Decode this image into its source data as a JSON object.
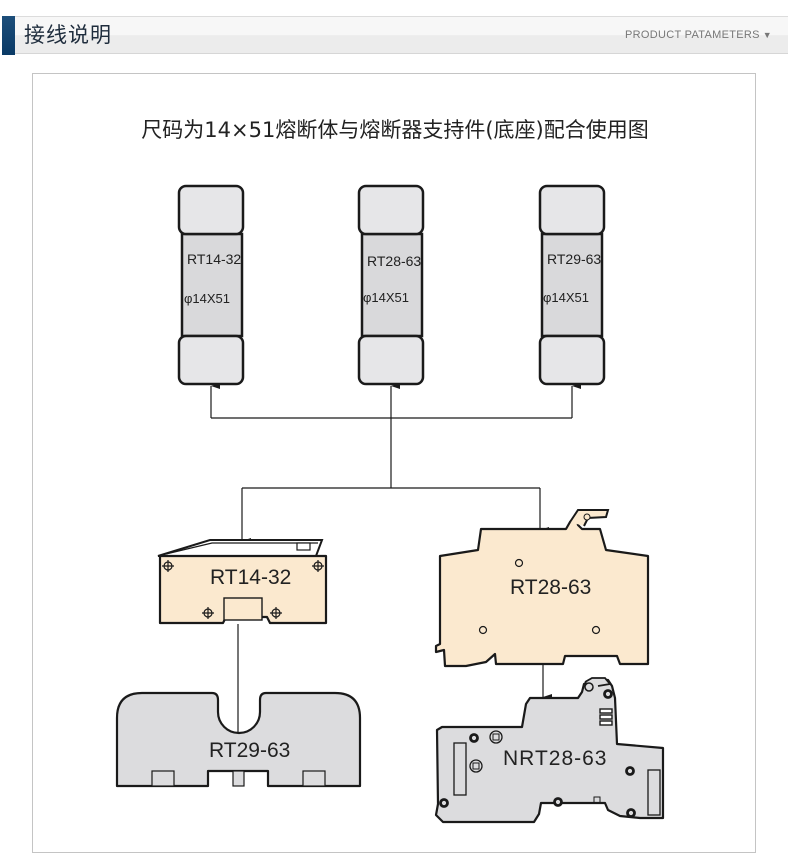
{
  "header": {
    "title": "接线说明",
    "subtitle": "PRODUCT PATAMETERS",
    "subtitle_icon": "triangle-down-icon",
    "accent_color": "#0d3f6c"
  },
  "diagram": {
    "title": "尺码为14×51熔断体与熔断器支持件(底座)配合使用图",
    "fuses": [
      {
        "model": "RT14-32",
        "size": "φ14X51"
      },
      {
        "model": "RT28-63",
        "size": "φ14X51"
      },
      {
        "model": "RT29-63",
        "size": "φ14X51"
      }
    ],
    "holders": [
      {
        "model": "RT14-32"
      },
      {
        "model": "RT28-63"
      },
      {
        "model": "RT29-63"
      },
      {
        "model": "NRT28-63"
      }
    ],
    "colors": {
      "fuse_cap": "#e6e6e8",
      "fuse_body": "#d9d9db",
      "holder_beige": "#fbe9cf",
      "holder_grey": "#dcdcde",
      "outline": "#1a1a1a"
    }
  }
}
